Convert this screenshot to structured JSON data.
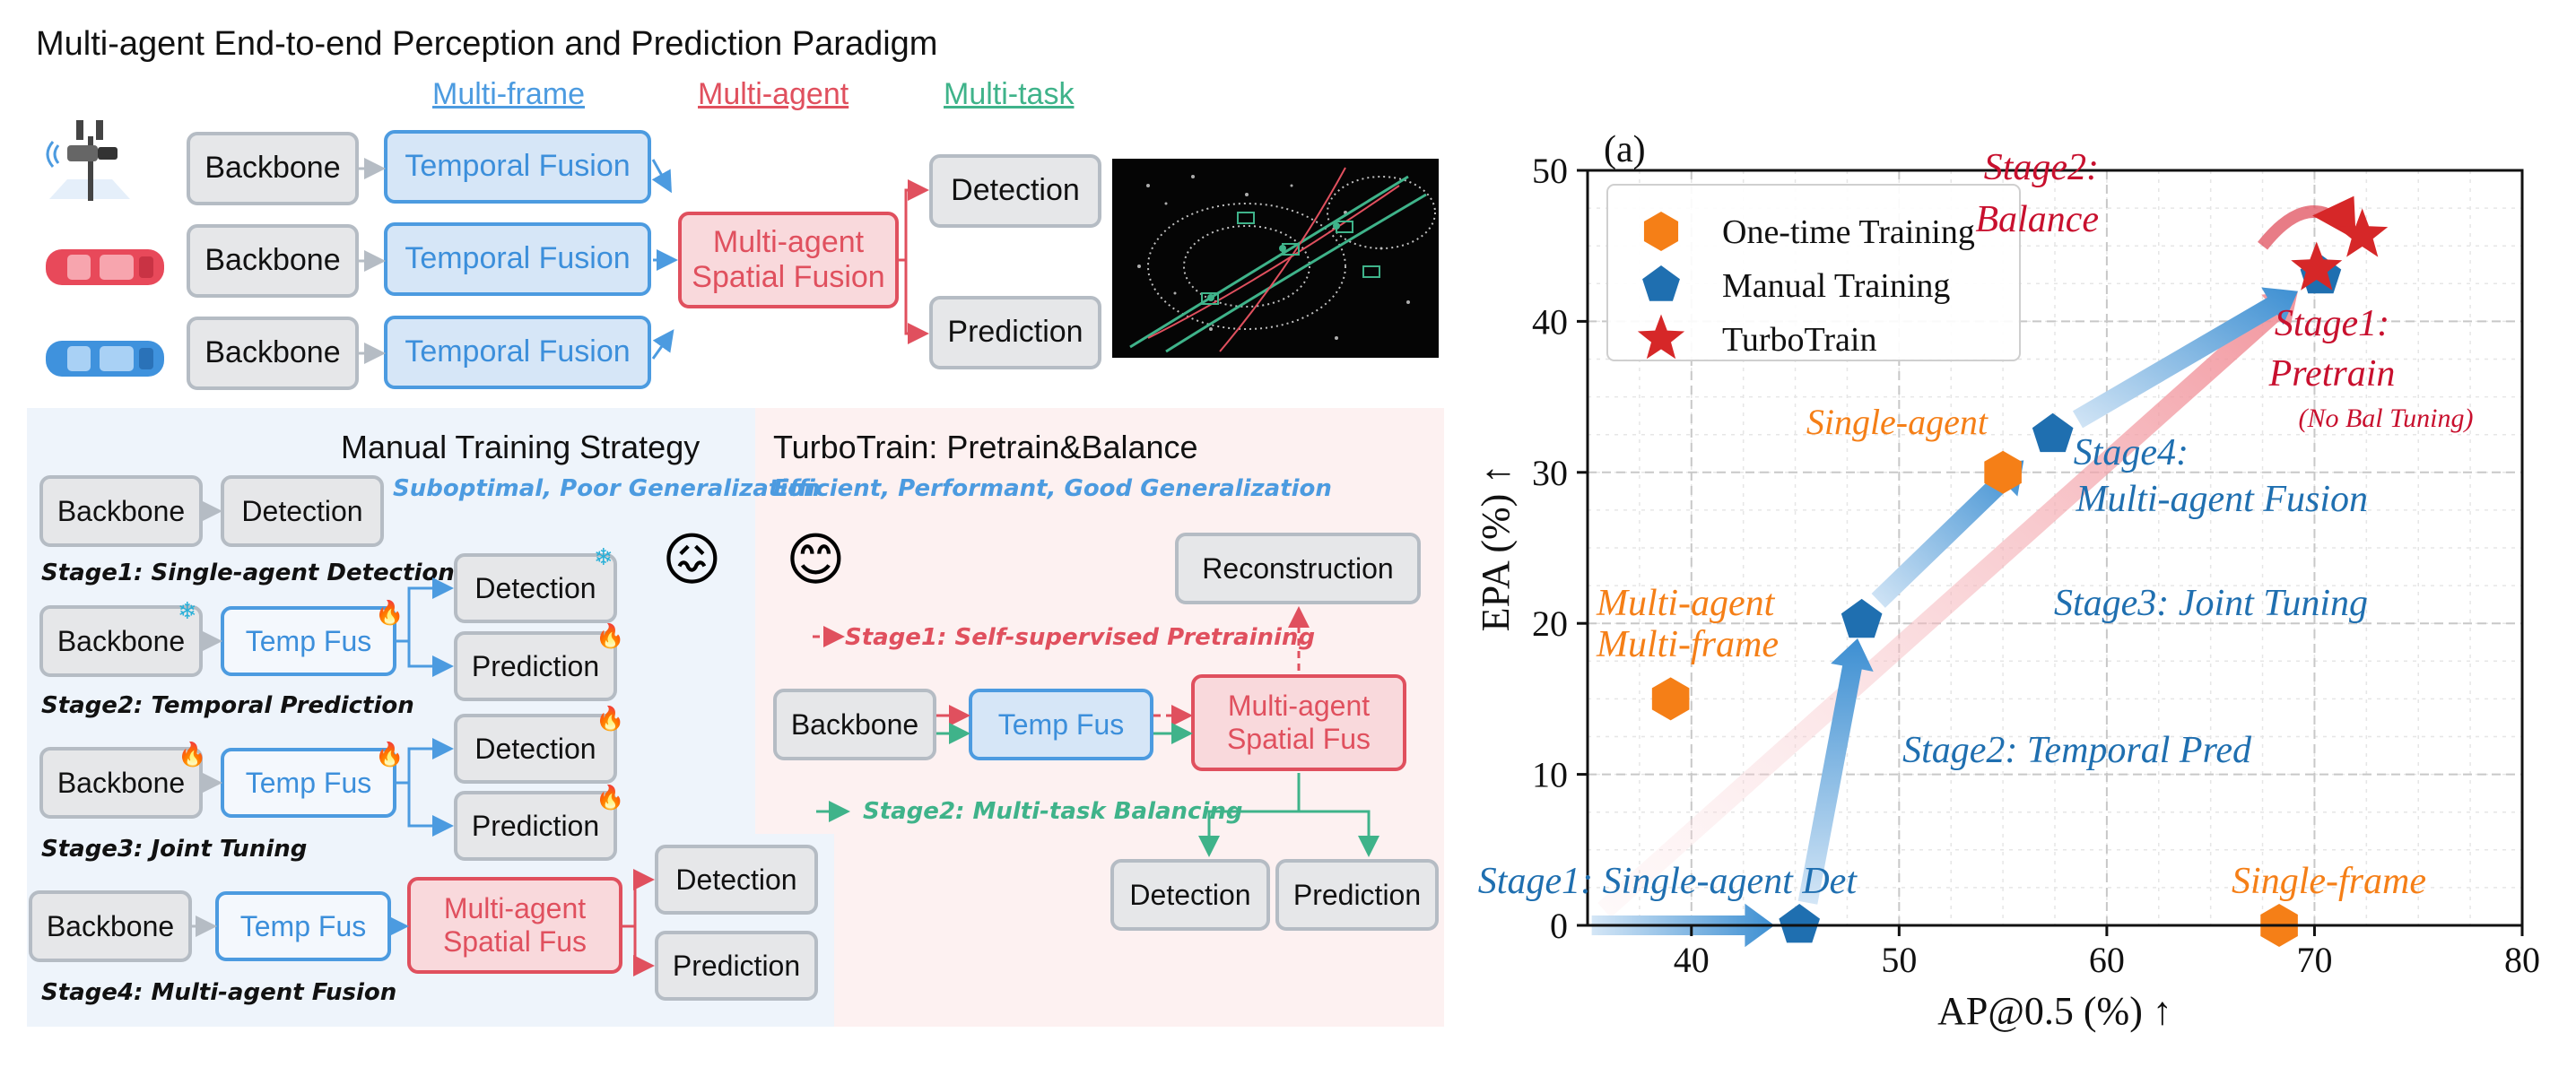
{
  "left": {
    "title": "Multi-agent End-to-end Perception and Prediction Paradigm",
    "header_labels": {
      "multi_frame": "Multi-frame",
      "multi_agent": "Multi-agent",
      "multi_task": "Multi-task"
    },
    "top_rows": {
      "backbone": "Backbone",
      "temporal_fusion": "Temporal Fusion",
      "spatial_fusion_line1": "Multi-agent",
      "spatial_fusion_line2": "Spatial Fusion",
      "detection": "Detection",
      "prediction": "Prediction"
    },
    "manual": {
      "title": "Manual Training Strategy",
      "subtitle": "Suboptimal, Poor Generalization",
      "backbone": "Backbone",
      "detection": "Detection",
      "prediction": "Prediction",
      "temp_fus": "Temp Fus",
      "spatial_line1": "Multi-agent",
      "spatial_line2": "Spatial Fus",
      "stage1": "Stage1: Single-agent Detection",
      "stage2": "Stage2: Temporal Prediction",
      "stage3": "Stage3: Joint Tuning",
      "stage4": "Stage4: Multi-agent Fusion",
      "emoji": "😖"
    },
    "turbo": {
      "title": "TurboTrain: Pretrain&Balance",
      "subtitle": "Efficient, Performant, Good Generalization",
      "reconstruction": "Reconstruction",
      "stage1": "Stage1: Self-supervised Pretraining",
      "stage2": "Stage2: Multi-task Balancing",
      "backbone": "Backbone",
      "temp_fus": "Temp Fus",
      "spatial_line1": "Multi-agent",
      "spatial_line2": "Spatial Fus",
      "detection": "Detection",
      "prediction": "Prediction",
      "emoji": "😊"
    },
    "icons": {
      "freeze": "❄",
      "fire": "🔥"
    }
  },
  "chart_data": {
    "type": "scatter",
    "panel_label": "(a)",
    "xlabel": "AP@0.5 (%) ↑",
    "ylabel": "EPA (%) ↑",
    "xlim": [
      35,
      80
    ],
    "ylim": [
      0,
      50
    ],
    "xticks": [
      40,
      50,
      60,
      70,
      80
    ],
    "yticks": [
      0,
      10,
      20,
      30,
      40,
      50
    ],
    "grid": true,
    "legend_position": "top-left",
    "colors": {
      "orange": "#f57f17",
      "blue": "#1f6fb0",
      "red": "#d62728",
      "orange_text": "#f57f17",
      "blue_text": "#1f6fb0",
      "red_text": "#c8102e"
    },
    "series": [
      {
        "name": "One-time Training",
        "marker": "hexagon",
        "color": "#f57f17",
        "points": [
          {
            "x": 39.0,
            "y": 15.0
          },
          {
            "x": 55.0,
            "y": 30.0
          },
          {
            "x": 68.3,
            "y": 0.0
          }
        ]
      },
      {
        "name": "Manual Training",
        "marker": "pentagon",
        "color": "#1f6fb0",
        "points": [
          {
            "x": 45.2,
            "y": 0.0
          },
          {
            "x": 48.2,
            "y": 20.2
          },
          {
            "x": 57.4,
            "y": 32.5
          },
          {
            "x": 70.3,
            "y": 43.0
          }
        ]
      },
      {
        "name": "TurboTrain",
        "marker": "star",
        "color": "#d62728",
        "points": [
          {
            "x": 70.1,
            "y": 43.5
          },
          {
            "x": 72.3,
            "y": 45.7
          }
        ]
      }
    ],
    "annotations": [
      {
        "text": "Stage2:",
        "color": "red"
      },
      {
        "text": "Balance",
        "color": "red"
      },
      {
        "text": "Stage1:",
        "color": "red"
      },
      {
        "text": "Pretrain",
        "color": "red"
      },
      {
        "text": "(No Bal Tuning)",
        "color": "red"
      },
      {
        "text": "Single-agent",
        "color": "orange"
      },
      {
        "text": "Stage4:",
        "color": "blue"
      },
      {
        "text": "Multi-agent Fusion",
        "color": "blue"
      },
      {
        "text": "Multi-agent",
        "color": "orange"
      },
      {
        "text": "Multi-frame",
        "color": "orange"
      },
      {
        "text": "Stage3: Joint Tuning",
        "color": "blue"
      },
      {
        "text": "Stage2: Temporal Pred",
        "color": "blue"
      },
      {
        "text": "Stage1: Single-agent Det",
        "color": "blue"
      },
      {
        "text": "Single-frame",
        "color": "orange"
      }
    ]
  }
}
